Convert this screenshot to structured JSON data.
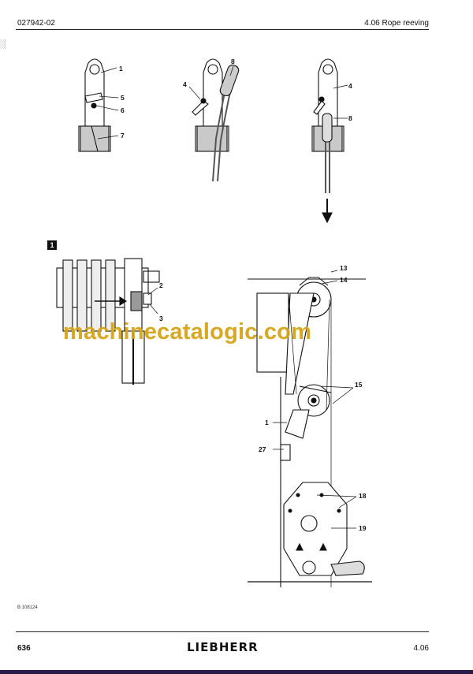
{
  "header": {
    "doc_number": "027942-02",
    "section_title": "4.06 Rope reeving"
  },
  "watermark": "machinecatalogic.com",
  "panel_badge": "1",
  "figure_code": "B 108124",
  "footer": {
    "page_number": "636",
    "brand": "LIEBHERR",
    "section": "4.06"
  },
  "callouts": {
    "c1": "1",
    "c5": "5",
    "c6": "6",
    "c7": "7",
    "c4a": "4",
    "c8a": "8",
    "c4b": "4",
    "c8b": "8",
    "c2": "2",
    "c3": "3",
    "c13": "13",
    "c14": "14",
    "c15": "15",
    "c1b": "1",
    "c27": "27",
    "c18": "18",
    "c19": "19"
  }
}
